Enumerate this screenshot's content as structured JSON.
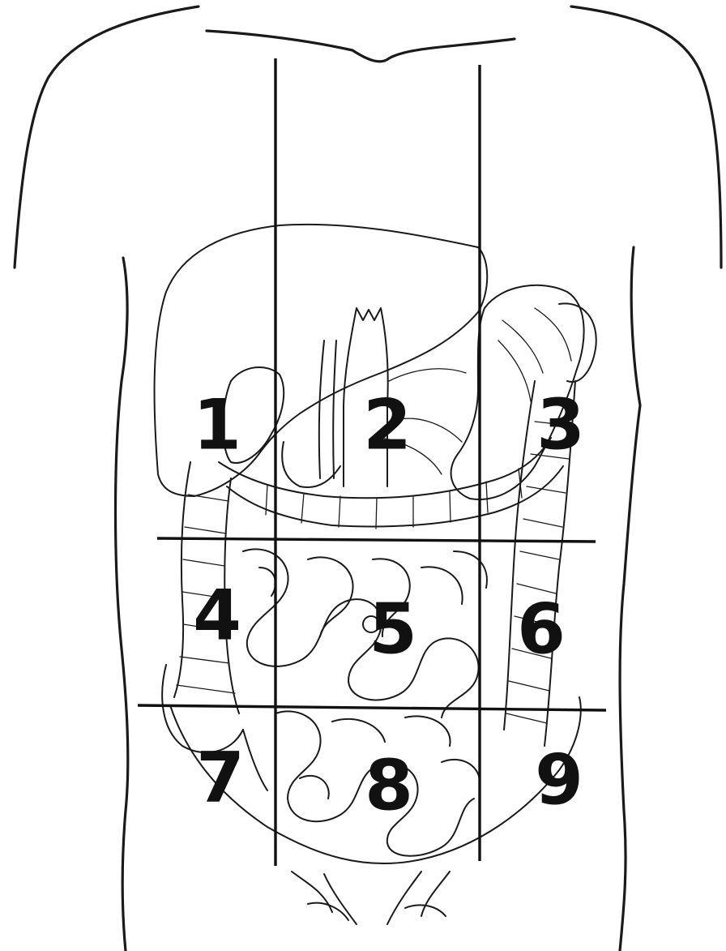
{
  "diagram": {
    "regions": [
      {
        "id": "1",
        "label": "1"
      },
      {
        "id": "2",
        "label": "2"
      },
      {
        "id": "3",
        "label": "3"
      },
      {
        "id": "4",
        "label": "4"
      },
      {
        "id": "5",
        "label": "5"
      },
      {
        "id": "6",
        "label": "6"
      },
      {
        "id": "7",
        "label": "7"
      },
      {
        "id": "8",
        "label": "8"
      },
      {
        "id": "9",
        "label": "9"
      }
    ],
    "colors": {
      "ink": "#1a1a1a",
      "background": "#ffffff"
    }
  }
}
